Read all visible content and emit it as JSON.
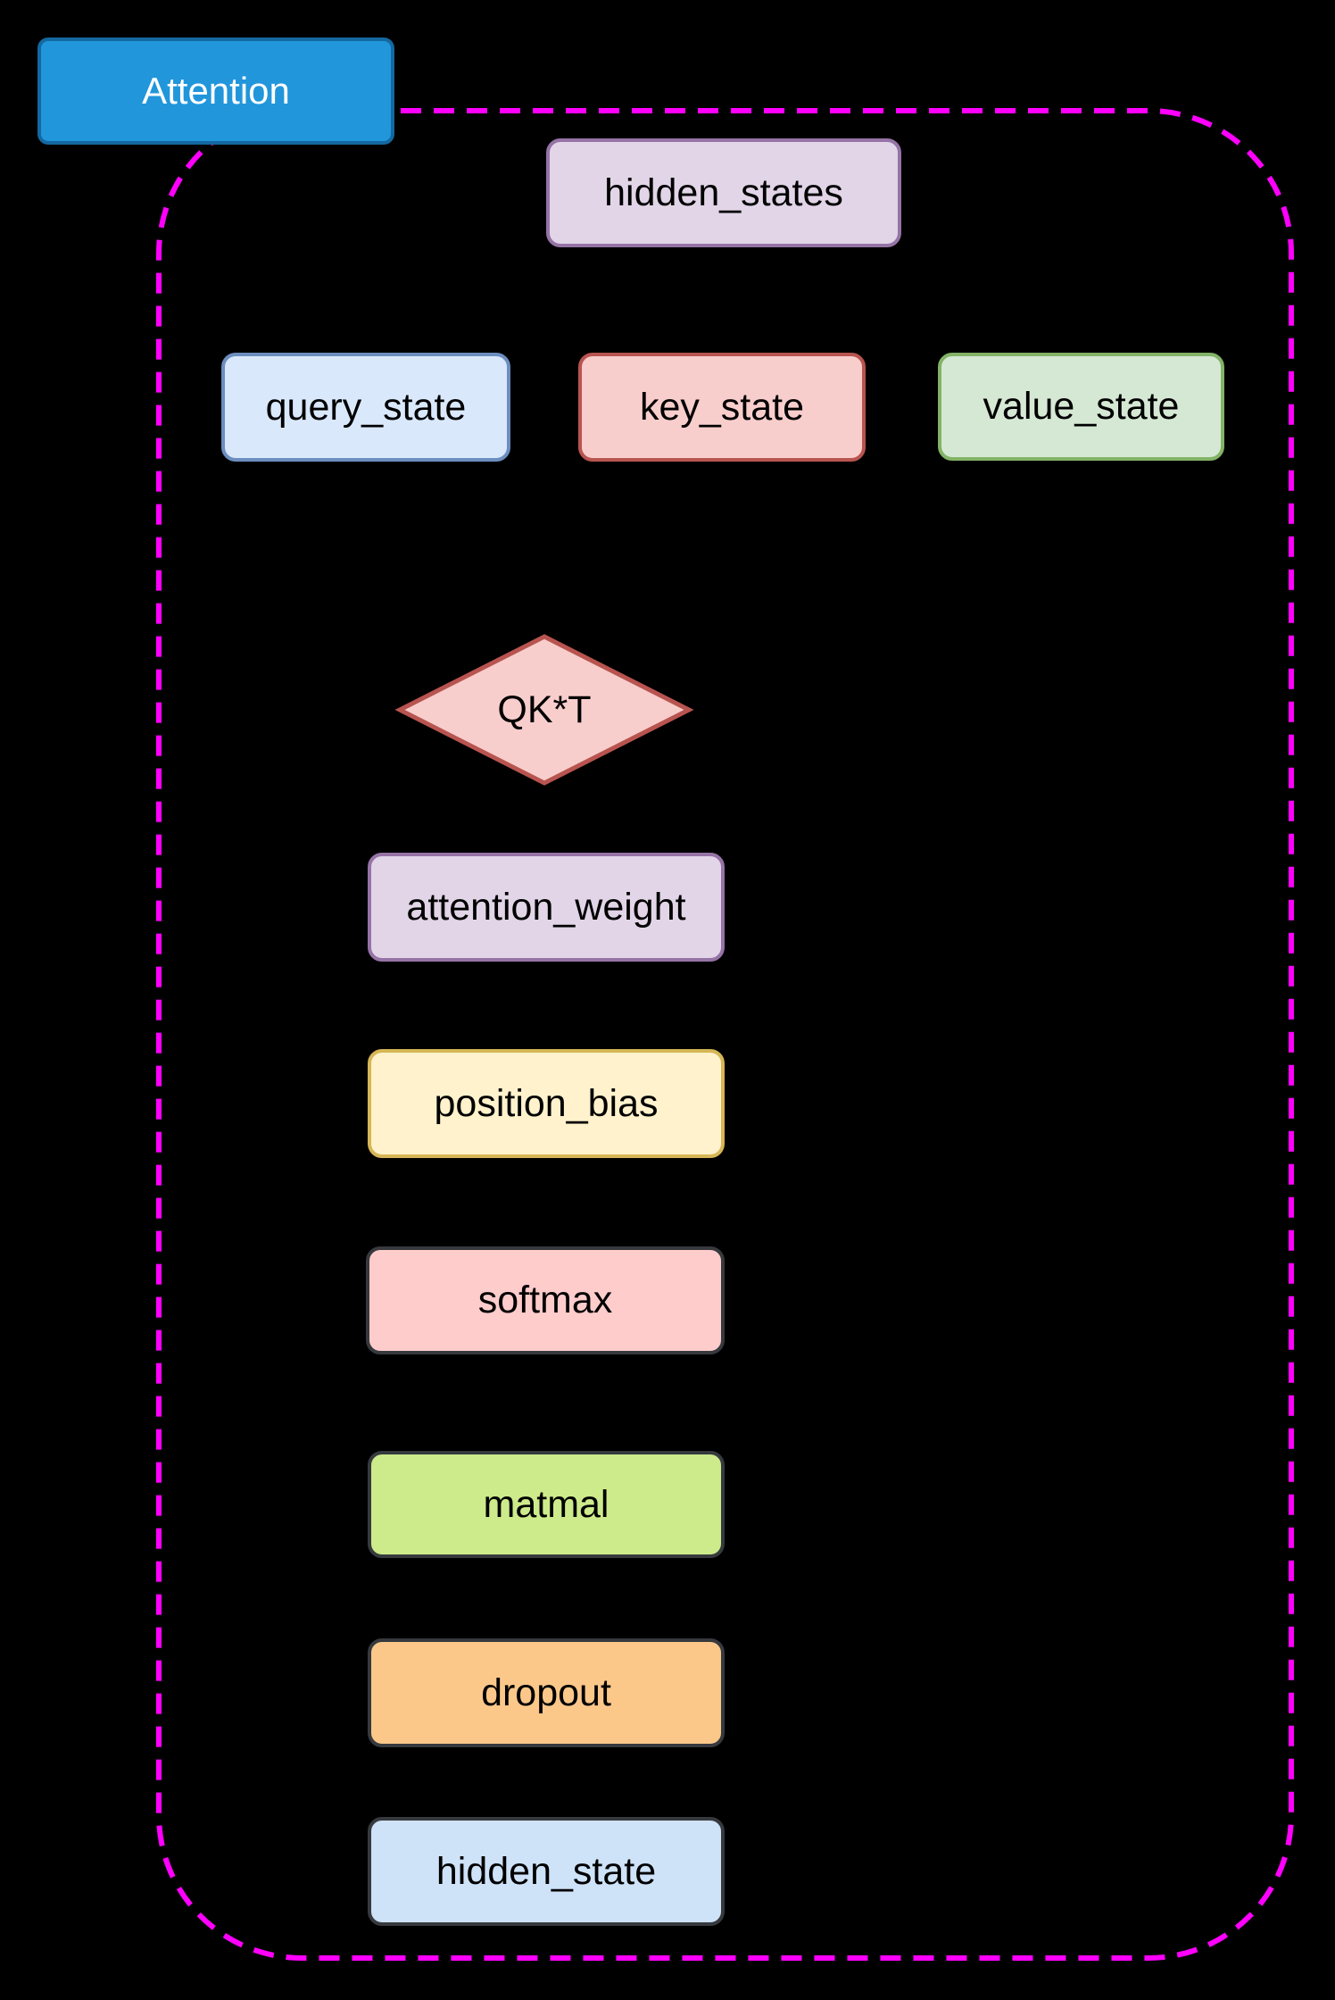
{
  "diagram": {
    "background_color": "#000000",
    "container": {
      "border_color": "#ff00ff",
      "border_style": "dashed"
    },
    "title_node": {
      "label": "Attention",
      "fill": "#2196db",
      "border": "#1468a0",
      "text_color": "#ffffff"
    },
    "nodes": {
      "hidden_states": {
        "label": "hidden_states",
        "fill": "#e1d5e7",
        "border": "#9673a6"
      },
      "query_state": {
        "label": "query_state",
        "fill": "#dae8fc",
        "border": "#6c8ebf"
      },
      "key_state": {
        "label": "key_state",
        "fill": "#f8cecc",
        "border": "#b85450"
      },
      "value_state": {
        "label": "value_state",
        "fill": "#d5e8d4",
        "border": "#82b366"
      },
      "qkt": {
        "label": "QK*T",
        "fill": "#f8cecc",
        "border": "#b85450"
      },
      "attention_weight": {
        "label": "attention_weight",
        "fill": "#e1d5e7",
        "border": "#9673a6"
      },
      "position_bias": {
        "label": "position_bias",
        "fill": "#fff2cc",
        "border": "#d6b656"
      },
      "softmax": {
        "label": "softmax",
        "fill": "#ffcccc",
        "border": "#36393d"
      },
      "matmal": {
        "label": "matmal",
        "fill": "#cdeb8b",
        "border": "#36393d"
      },
      "dropout": {
        "label": "dropout",
        "fill": "#fbc88a",
        "border": "#36393d"
      },
      "hidden_state": {
        "label": "hidden_state",
        "fill": "#cee2f8",
        "border": "#36393d"
      }
    }
  }
}
